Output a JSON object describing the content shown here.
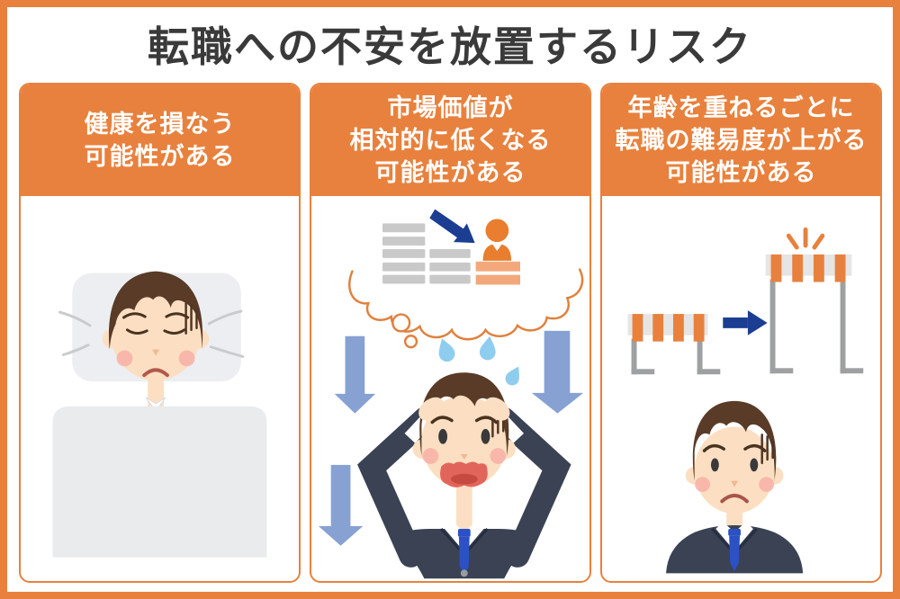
{
  "page": {
    "title": "転職への不安を放置するリスク"
  },
  "panels": [
    {
      "id": "health-risk",
      "heading_lines": [
        "健康を損なう",
        "可能性がある"
      ],
      "illustration": "worried-man-sleeping-in-bed"
    },
    {
      "id": "market-value-risk",
      "heading_lines": [
        "市場価値が",
        "相対的に低くなる",
        "可能性がある"
      ],
      "illustration": "stressed-man-thought-bubble-rival-down-arrows"
    },
    {
      "id": "age-difficulty-risk",
      "heading_lines": [
        "年齢を重ねるごとに",
        "転職の難易度が上がる",
        "可能性がある"
      ],
      "illustration": "hurdle-getting-higher-sad-man"
    }
  ],
  "icons": {
    "down-arrow": "large slate-blue downward arrow",
    "diagonal-arrow": "navy arrow pointing down-right at rival person",
    "right-arrow": "navy arrow pointing right between hurdles",
    "thought-bubble": "orange outlined cloud thought bubble",
    "sweat-drop": "light blue sweat drops",
    "hurdle": "orange and gray striped hurdle",
    "emphasis-marks": "orange spark lines above tall hurdle"
  },
  "colors": {
    "accent_orange": "#E8813D",
    "light_orange": "#F3A87B",
    "title_text": "#3A3A3A",
    "header_text": "#FFFFFF",
    "navy_arrow": "#1B3E93",
    "slate_arrow": "#87A1D3",
    "sweat_blue": "#8FCDEF",
    "suit_navy": "#3A4254",
    "tie_blue": "#2B51C4",
    "skin": "#FCDFC2",
    "hair_brown": "#593B27",
    "cheek_pink": "#F6ACA4",
    "gray_bar": "#C9C9C9",
    "pillow_gray": "#EDEEF1",
    "blanket_gray": "#E9EBED",
    "hurdle_gray": "#E5E5E5",
    "leg_gray": "#9EA0A2"
  }
}
